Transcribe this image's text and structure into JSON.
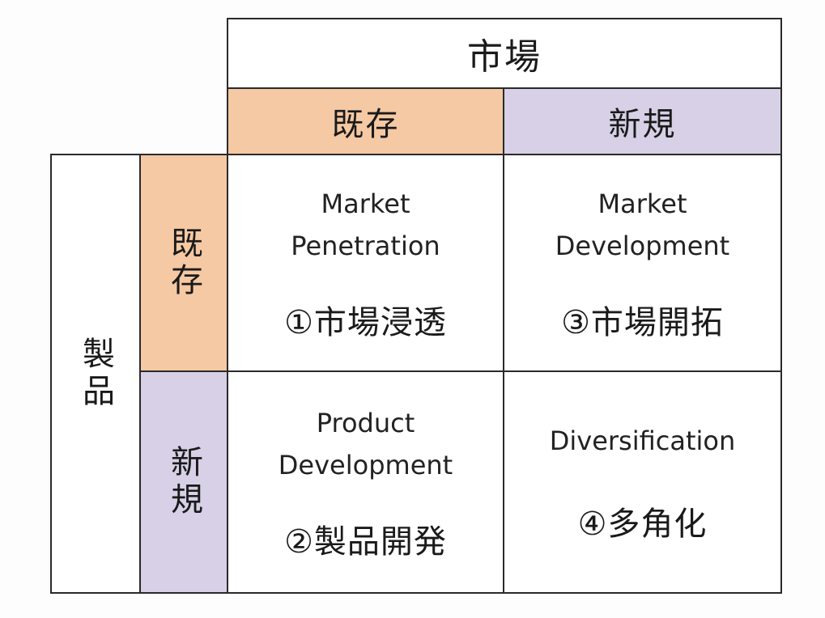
{
  "market": {
    "title": "市場",
    "existing": "既存",
    "new": "新規"
  },
  "product": {
    "title": "製品",
    "existing": "既存",
    "new": "新規"
  },
  "quadrants": {
    "q1": {
      "en_line1": "Market",
      "en_line2": "Penetration",
      "jp": "①市場浸透"
    },
    "q3": {
      "en_line1": "Market",
      "en_line2": "Development",
      "jp": "③市場開拓"
    },
    "q2": {
      "en_line1": "Product",
      "en_line2": "Development",
      "jp": "②製品開発"
    },
    "q4": {
      "en_line1": "Diversification",
      "jp": "④多角化"
    }
  },
  "colors": {
    "existing": "#f5c9a3",
    "new": "#d7d0e6",
    "border": "#2a2a2a"
  }
}
